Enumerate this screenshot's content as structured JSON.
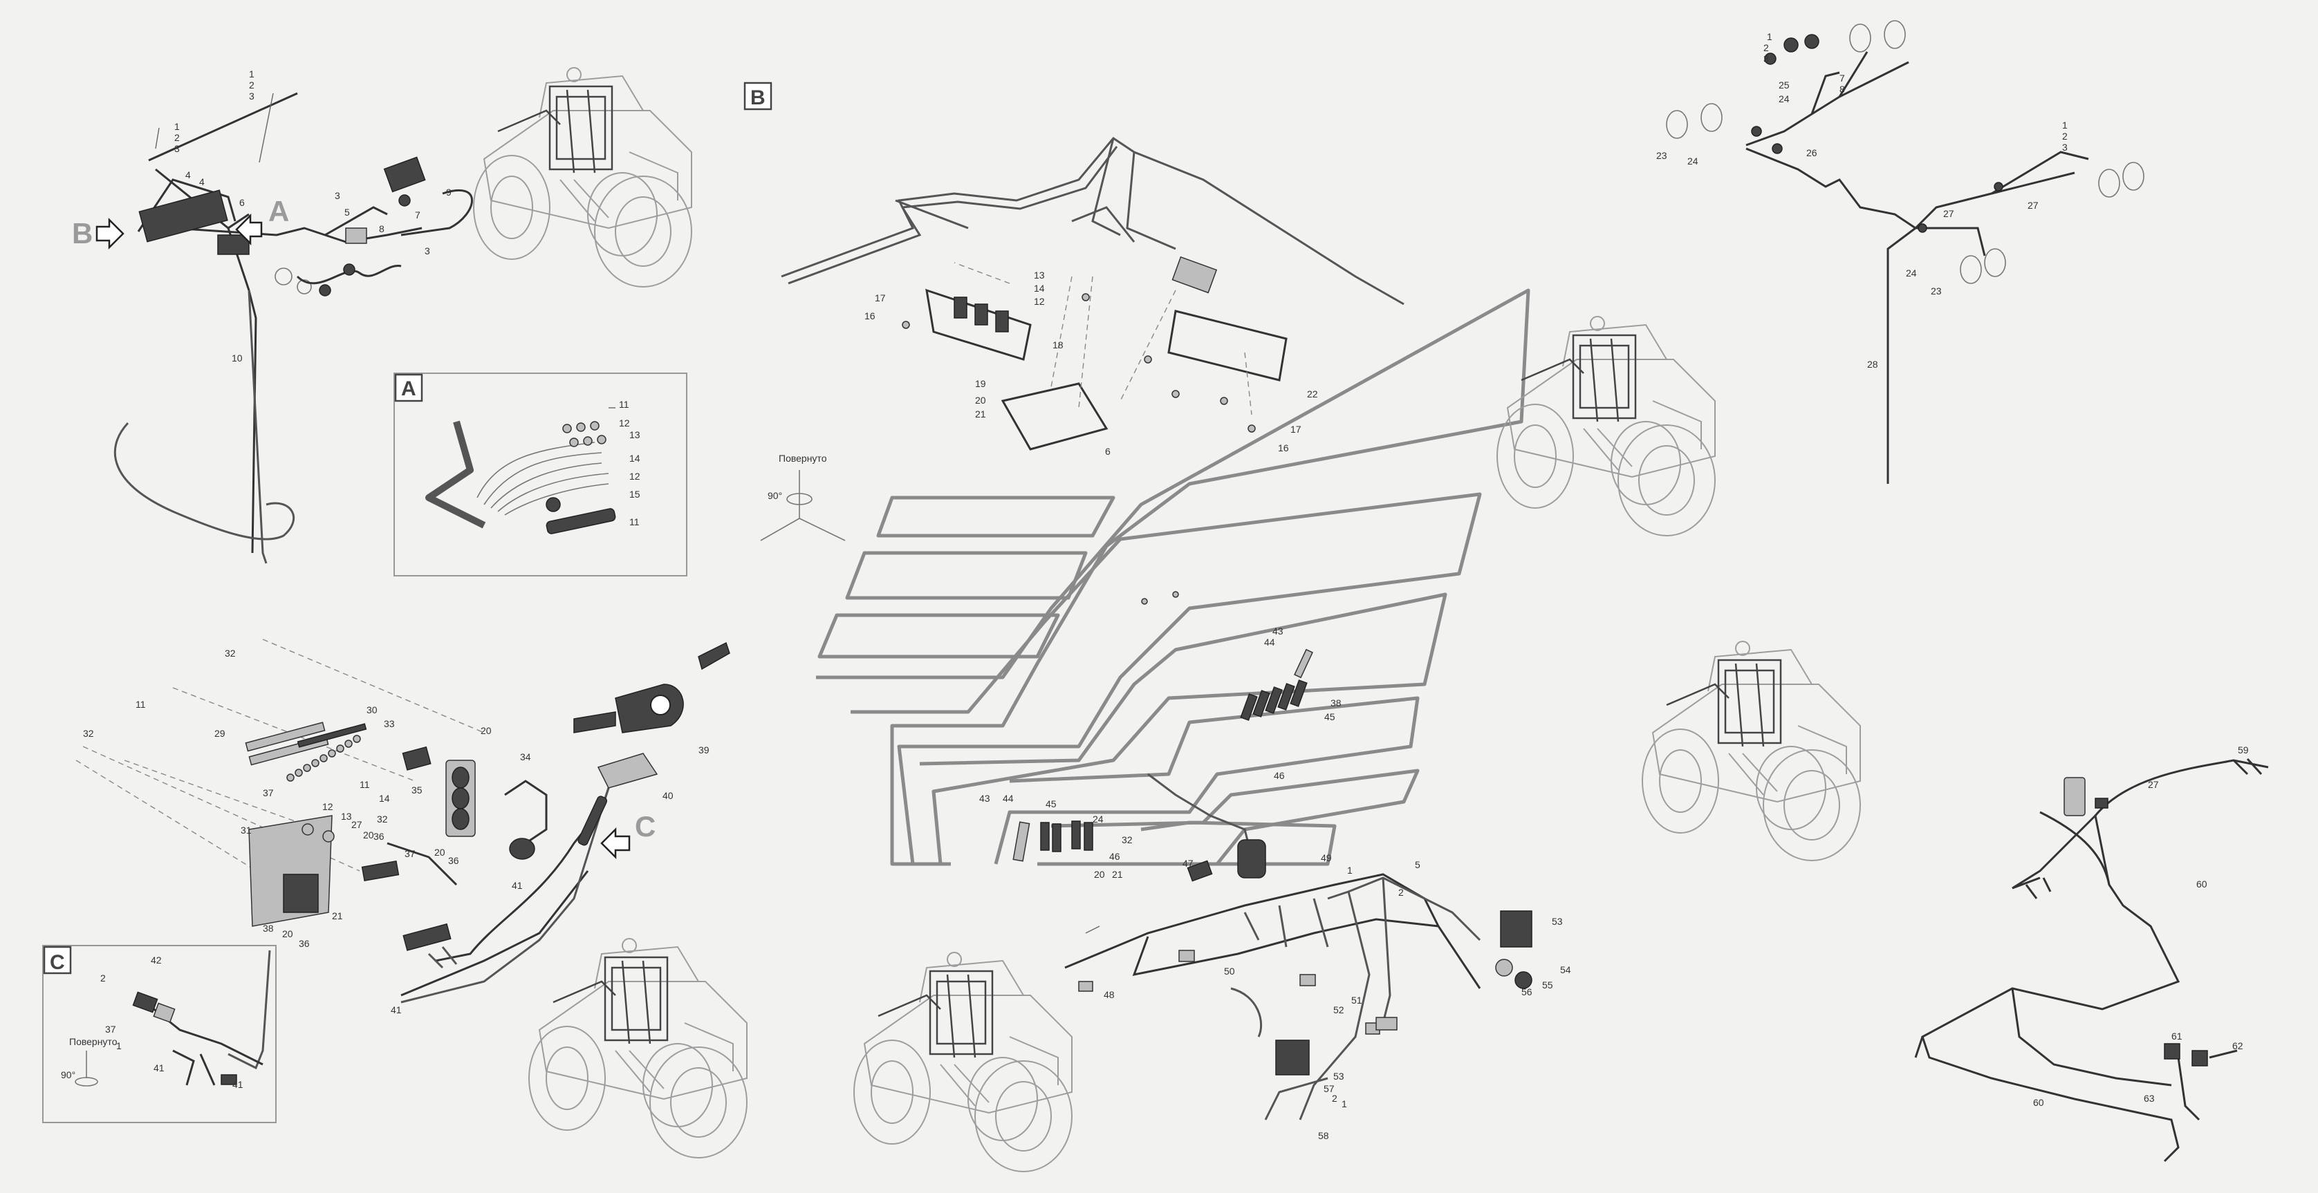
{
  "diagram": {
    "rotate_note": "Повернуто",
    "rotate_angle": "90°",
    "callouts": {
      "A": "A",
      "B": "B",
      "C": "C"
    },
    "part_numbers_topleft": [
      "1",
      "2",
      "3",
      "1",
      "2",
      "3",
      "4",
      "4",
      "5",
      "6",
      "7",
      "8",
      "9",
      "3",
      "3",
      "10"
    ],
    "part_numbers_boxA": [
      "11",
      "12",
      "13",
      "14",
      "12",
      "15",
      "11"
    ],
    "part_numbers_B": [
      "17",
      "16",
      "13",
      "14",
      "12",
      "18",
      "19",
      "20",
      "21",
      "6",
      "22",
      "17",
      "16"
    ],
    "part_numbers_topright": [
      "1",
      "2",
      "3",
      "25",
      "24",
      "7",
      "8",
      "26",
      "23",
      "24",
      "1",
      "2",
      "3",
      "27",
      "27",
      "24",
      "23",
      "28"
    ],
    "part_numbers_left": [
      "32",
      "11",
      "32",
      "29",
      "30",
      "33",
      "20",
      "34",
      "37",
      "12",
      "13",
      "11",
      "14",
      "35",
      "27",
      "20",
      "32",
      "36",
      "37",
      "31",
      "38",
      "20",
      "21",
      "36",
      "39",
      "40",
      "20",
      "36",
      "41",
      "41"
    ],
    "part_numbers_boxC": [
      "42",
      "2",
      "37",
      "1",
      "41",
      "41"
    ],
    "part_numbers_center": [
      "43",
      "44",
      "38",
      "45",
      "46",
      "43",
      "44",
      "45",
      "32",
      "24",
      "46",
      "20",
      "21",
      "47",
      "49",
      "1",
      "5",
      "2",
      "53",
      "55",
      "56",
      "54",
      "50",
      "48",
      "52",
      "51",
      "53",
      "57",
      "2",
      "1",
      "58"
    ],
    "part_numbers_right": [
      "59",
      "27",
      "60",
      "61",
      "62",
      "63",
      "60"
    ]
  }
}
